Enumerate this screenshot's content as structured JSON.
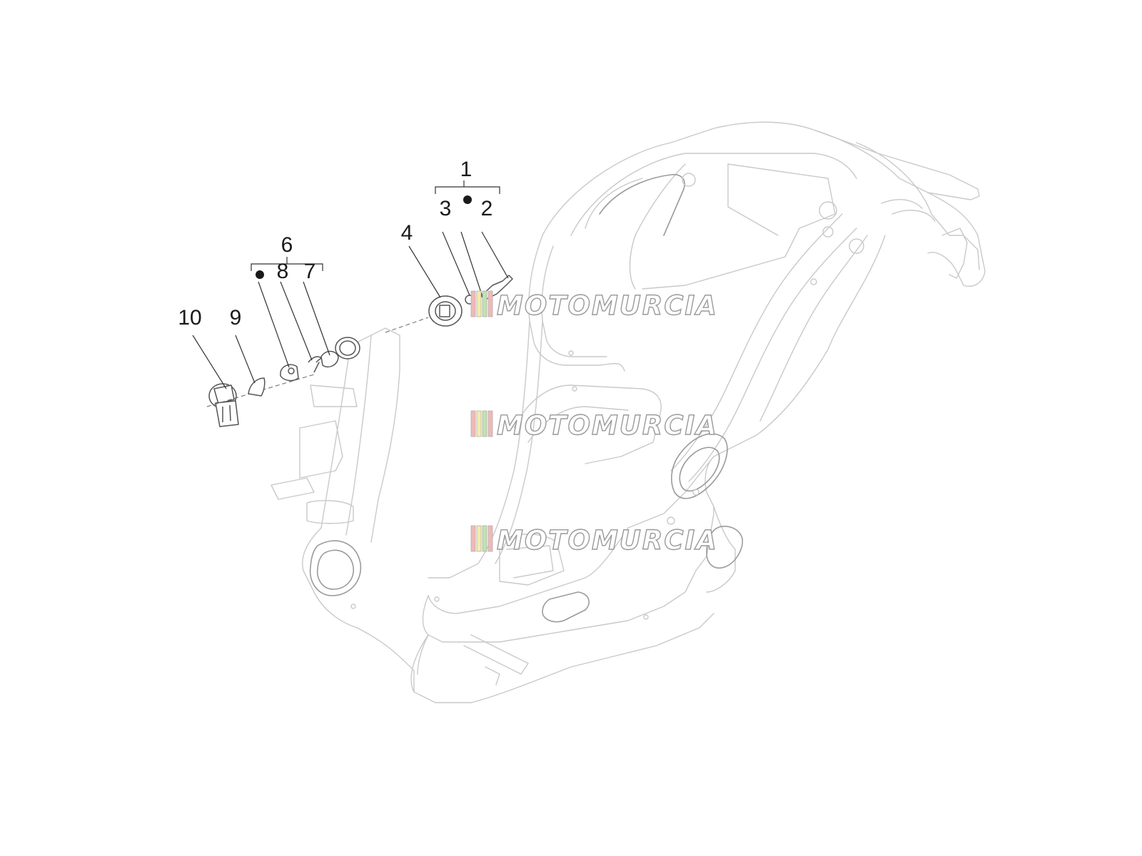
{
  "diagram": {
    "callouts": [
      {
        "id": "c1",
        "label": "1"
      },
      {
        "id": "c2",
        "label": "2"
      },
      {
        "id": "c3",
        "label": "3"
      },
      {
        "id": "c4",
        "label": "4"
      },
      {
        "id": "c6",
        "label": "6"
      },
      {
        "id": "c7",
        "label": "7"
      },
      {
        "id": "c8",
        "label": "8"
      },
      {
        "id": "c9",
        "label": "9"
      },
      {
        "id": "c10",
        "label": "10"
      }
    ],
    "watermark": {
      "text": "MOTOMURCIA",
      "stripe_colors": [
        "#f3b7b7",
        "#f5eca8",
        "#bfe3b0",
        "#f3b7b7"
      ]
    },
    "colors": {
      "frame_line": "#c9c9c9",
      "part_line": "#555555",
      "text": "#1a1a1a"
    }
  }
}
